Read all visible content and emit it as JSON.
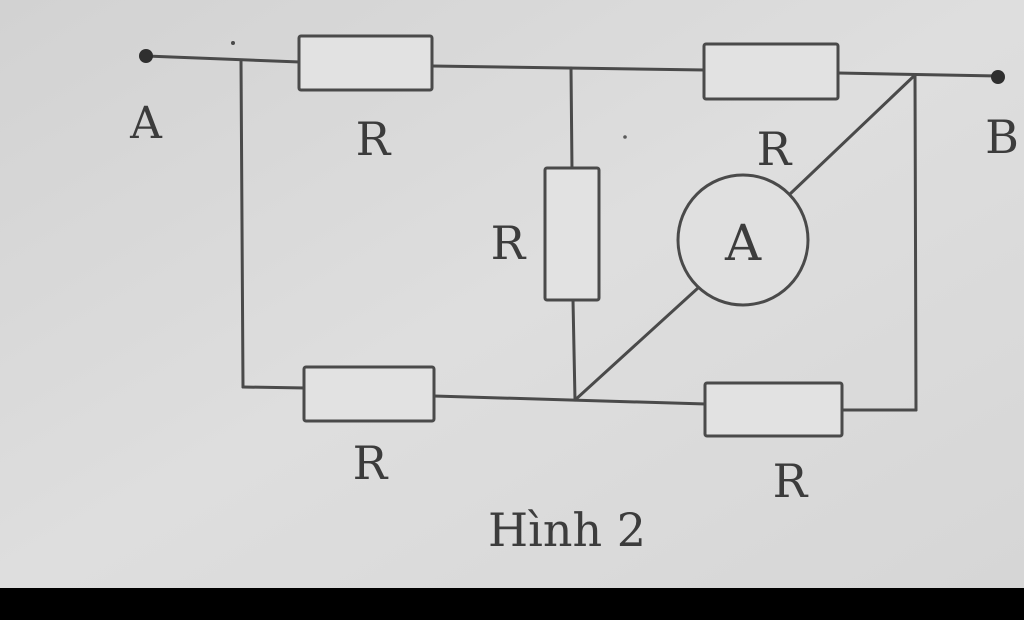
{
  "figure": {
    "caption": "Hình 2",
    "terminals": {
      "left": "A",
      "right": "B"
    },
    "ammeter": {
      "symbol": "A"
    },
    "resistors": {
      "top_left": "R",
      "top_right": "R",
      "middle": "R",
      "bottom_left": "R",
      "bottom_right": "R"
    },
    "colors": {
      "paper": "#dcdcdc",
      "ink": "#4a4a4a",
      "border": "#000000"
    }
  }
}
